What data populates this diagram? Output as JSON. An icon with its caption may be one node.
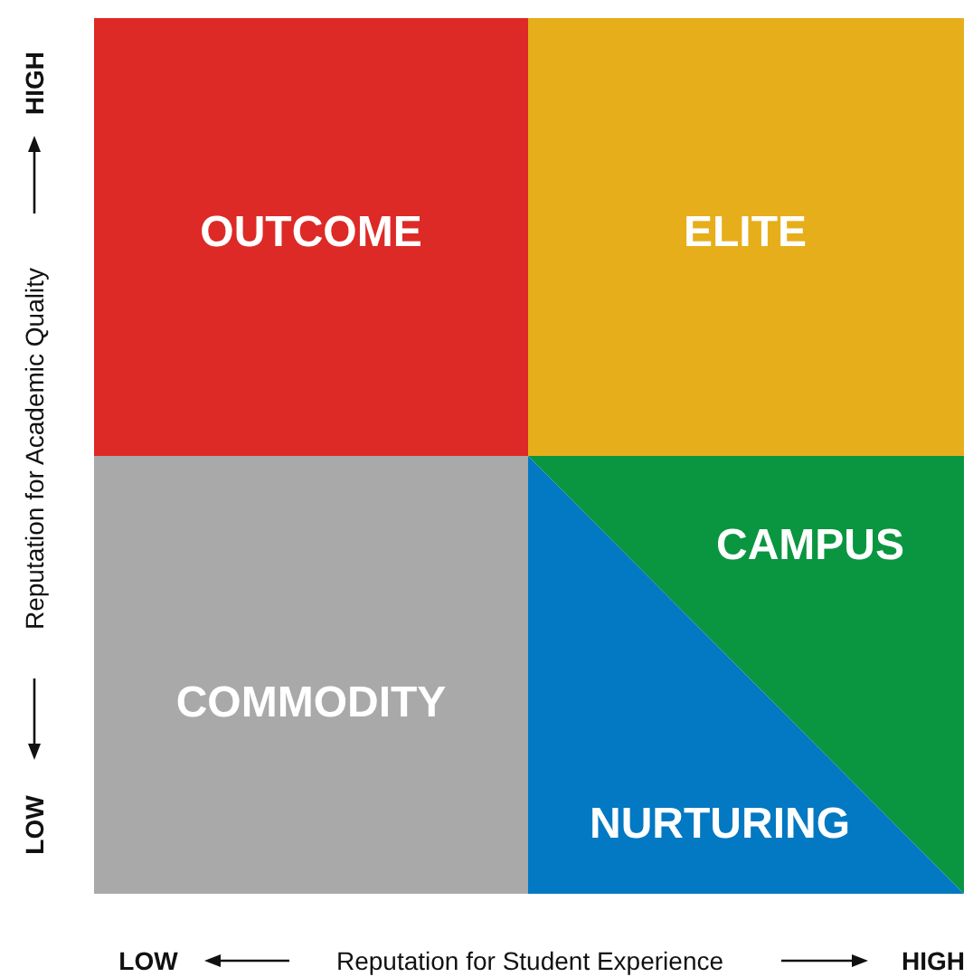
{
  "diagram": {
    "nodes": [
      {
        "text": [
          "OUTCOME"
        ]
      },
      {
        "text": [
          "ELITE"
        ]
      },
      {
        "text": [
          "COMMODITY"
        ]
      },
      {
        "text": [
          "CAMPUS"
        ]
      },
      {
        "text": [
          "NURTURING"
        ]
      }
    ],
    "labels": [
      "HIGH",
      "Reputation for Academic Quality",
      "LOW",
      "LOW",
      "Reputation for Student Experience",
      "HIGH"
    ]
  }
}
